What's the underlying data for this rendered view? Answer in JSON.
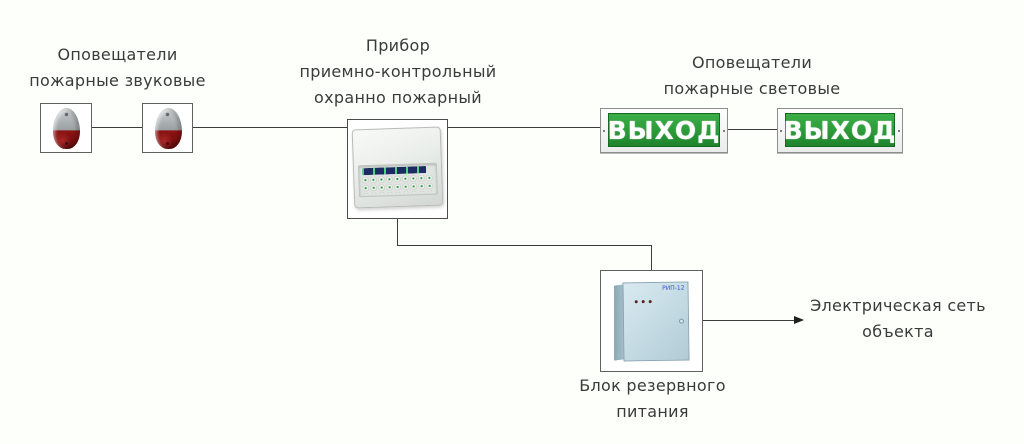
{
  "labels": {
    "sound_annunciators": {
      "line1": "Оповещатели",
      "line2": "пожарные звуковые"
    },
    "control_panel": {
      "line1": "Прибор",
      "line2": "приемно-контрольный",
      "line3": "охранно пожарный"
    },
    "light_annunciators": {
      "line1": "Оповещатели",
      "line2": "пожарные световые"
    },
    "backup_power": {
      "line1": "Блок резервного",
      "line2": "питания"
    },
    "mains": {
      "line1": "Электрическая сеть",
      "line2": "объекта"
    }
  },
  "exit_sign": {
    "text": "ВЫХОД",
    "panel_green": "#2c9a39",
    "frame_color": "#ececec"
  },
  "power_unit": {
    "model": "РИП-12",
    "body_color": "#c3dae3"
  },
  "siren": {
    "top_color": "#b3b8ba",
    "bottom_color": "#7b1010"
  },
  "wire_color": "#3b3b3b"
}
